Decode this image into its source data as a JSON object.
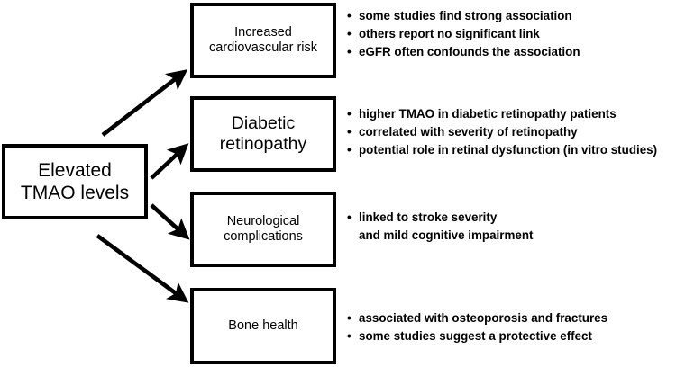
{
  "diagram": {
    "source": {
      "label": "Elevated\nTMAO levels"
    },
    "nodes": [
      {
        "label": "Increased\ncardiovascular risk",
        "bullets": [
          "some studies find strong association",
          "others report no significant link",
          "eGFR often confounds the association"
        ]
      },
      {
        "label": "Diabetic\nretinopathy",
        "bullets": [
          "higher TMAO in diabetic retinopathy patients",
          "correlated with severity of retinopathy",
          "potential role in retinal dysfunction (in vitro studies)"
        ]
      },
      {
        "label": "Neurological\ncomplications",
        "bullets": [
          "linked to stroke severity\nand mild cognitive impairment"
        ]
      },
      {
        "label": "Bone health",
        "bullets": [
          "associated with osteoporosis and fractures",
          "some studies suggest a protective effect"
        ]
      }
    ],
    "colors": {
      "line": "#000000",
      "box_fill": "#ffffff",
      "text": "#000000"
    }
  }
}
